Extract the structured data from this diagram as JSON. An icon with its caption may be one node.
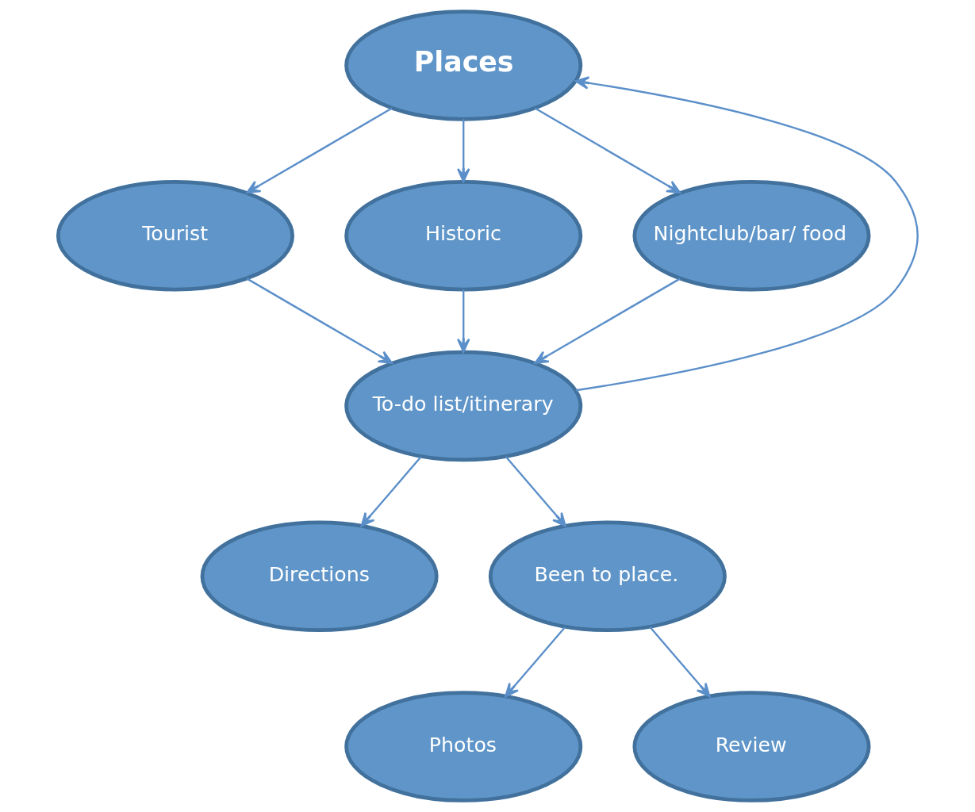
{
  "diagram": {
    "nodes": [
      {
        "text": [
          "Places"
        ]
      },
      {
        "text": [
          "Tourist"
        ]
      },
      {
        "text": [
          "Historic"
        ]
      },
      {
        "text": [
          "Nightclub/bar/ food"
        ]
      },
      {
        "text": [
          "To-do list/itinerary"
        ]
      },
      {
        "text": [
          "Directions"
        ]
      },
      {
        "text": [
          "Been to place."
        ]
      },
      {
        "text": [
          "Photos"
        ]
      },
      {
        "text": [
          "Review"
        ]
      }
    ],
    "edges": [
      {
        "from": 0,
        "to": 1,
        "arrow": "to"
      },
      {
        "from": 0,
        "to": 2,
        "arrow": "to"
      },
      {
        "from": 0,
        "to": 3,
        "arrow": "to"
      },
      {
        "from": 1,
        "to": 4,
        "arrow": "to"
      },
      {
        "from": 2,
        "to": 4,
        "arrow": "to"
      },
      {
        "from": 3,
        "to": 4,
        "arrow": "to"
      },
      {
        "from": 4,
        "to": 0,
        "arrow": "to"
      },
      {
        "from": 4,
        "to": 5,
        "arrow": "to"
      },
      {
        "from": 4,
        "to": 6,
        "arrow": "to"
      },
      {
        "from": 6,
        "to": 7,
        "arrow": "to"
      },
      {
        "from": 6,
        "to": 8,
        "arrow": "to"
      }
    ]
  }
}
